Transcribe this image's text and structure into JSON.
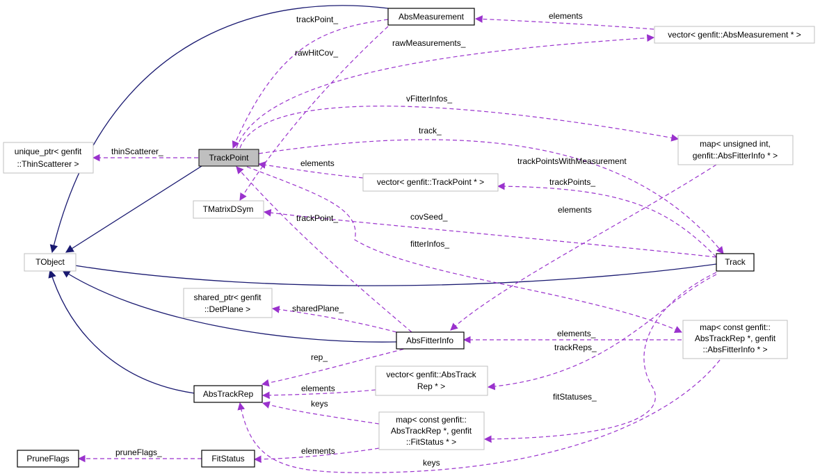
{
  "colors": {
    "inheritance_edge": "#191970",
    "usage_edge": "#9a32cd",
    "focus_node_fill": "#bfbfbf",
    "undocumented_border": "#bfbfbf",
    "documented_border": "#000000"
  },
  "nodes": {
    "TrackPoint": [
      "TrackPoint"
    ],
    "AbsMeasurement": [
      "AbsMeasurement"
    ],
    "vec_absmeas": [
      "vector< genfit::AbsMeasurement * >"
    ],
    "unique_thin": [
      "unique_ptr< genfit",
      "::ThinScatterer >"
    ],
    "map_uint": [
      "map< unsigned int,",
      "genfit::AbsFitterInfo * >"
    ],
    "vec_trackpoint": [
      "vector< genfit::TrackPoint * >"
    ],
    "TMatrixDSym": [
      "TMatrixDSym"
    ],
    "TObject": [
      "TObject"
    ],
    "Track": [
      "Track"
    ],
    "shared_det": [
      "shared_ptr< genfit",
      "::DetPlane >"
    ],
    "AbsFitterInfo": [
      "AbsFitterInfo"
    ],
    "map_const": [
      "map< const genfit::",
      "AbsTrackRep *, genfit",
      "::AbsFitterInfo * >"
    ],
    "AbsTrackRep": [
      "AbsTrackRep"
    ],
    "vec_abstrackrep": [
      "vector< genfit::AbsTrack",
      "Rep * >"
    ],
    "map_fitstatus": [
      "map< const genfit::",
      "AbsTrackRep *, genfit",
      "::FitStatus * >"
    ],
    "PruneFlags": [
      "PruneFlags"
    ],
    "FitStatus": [
      "FitStatus"
    ]
  },
  "edge_labels": {
    "trackPoint_top": "trackPoint_",
    "elements_absmeas": "elements",
    "rawMeasurements": "rawMeasurements_",
    "rawHitCov": "rawHitCov_",
    "vFitterInfos": "vFitterInfos_",
    "track": "track_",
    "thinScatterer": "thinScatterer_",
    "trackPointsWithMeasurement": "trackPointsWithMeasurement",
    "elements_tp": "elements",
    "trackPoints": "trackPoints_",
    "elements_mapuint": "elements",
    "trackPoint_mid": "trackPoint_",
    "covSeed": "covSeed_",
    "fitterInfos": "fitterInfos_",
    "sharedPlane": "sharedPlane_",
    "elements_mapconst": "elements_",
    "trackReps": "trackReps_",
    "rep": "rep_",
    "elements_vecrep": "elements",
    "keys_fs": "keys",
    "fitStatuses": "fitStatuses_",
    "pruneFlags": "pruneFlags_",
    "elements_fs": "elements",
    "keys_bottom": "keys"
  }
}
